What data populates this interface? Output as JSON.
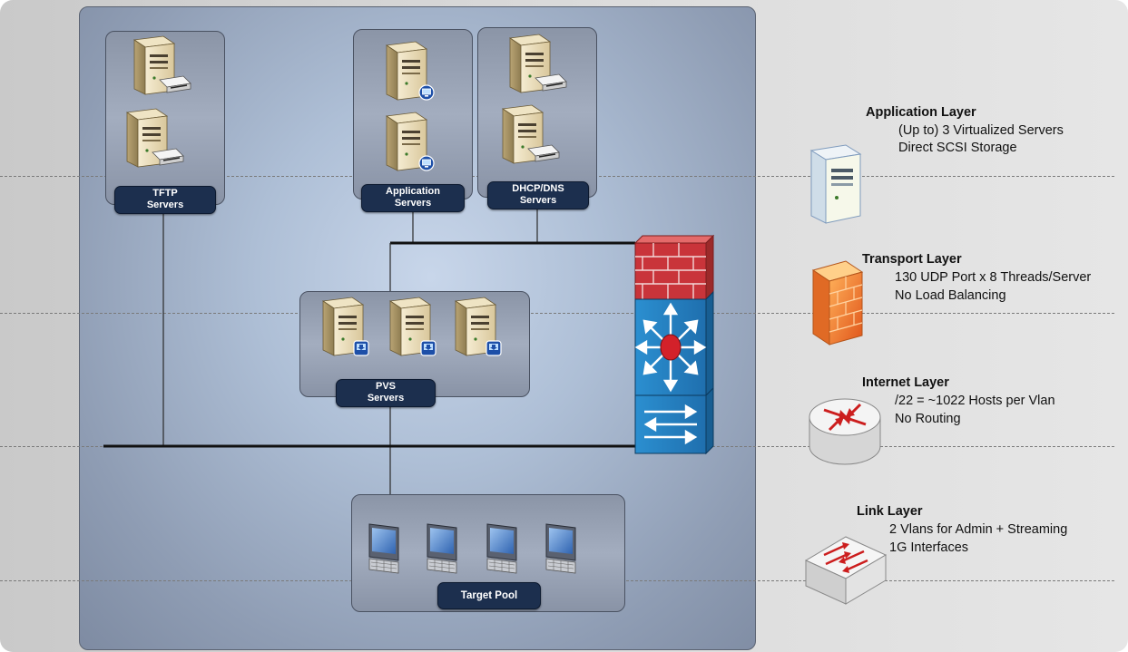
{
  "groups": {
    "tftp": {
      "line1": "TFTP",
      "line2": "Servers"
    },
    "application": {
      "line1": "Application",
      "line2": "Servers"
    },
    "dhcp": {
      "line1": "DHCP/DNS",
      "line2": "Servers"
    },
    "pvs": {
      "line1": "PVS",
      "line2": "Servers"
    },
    "target": {
      "label": "Target Pool"
    }
  },
  "layers": [
    {
      "title": "Application Layer",
      "lines": [
        "(Up to) 3 Virtualized Servers",
        "Direct SCSI Storage"
      ],
      "icon": "server-icon"
    },
    {
      "title": "Transport Layer",
      "lines": [
        "130 UDP Port x 8 Threads/Server",
        "No Load Balancing"
      ],
      "icon": "firewall-icon"
    },
    {
      "title": "Internet Layer",
      "lines": [
        "/22 = ~1022 Hosts per Vlan",
        "No Routing"
      ],
      "icon": "router-icon"
    },
    {
      "title": "Link Layer",
      "lines": [
        "2 Vlans for Admin + Streaming",
        "1G Interfaces"
      ],
      "icon": "switch-icon"
    }
  ]
}
